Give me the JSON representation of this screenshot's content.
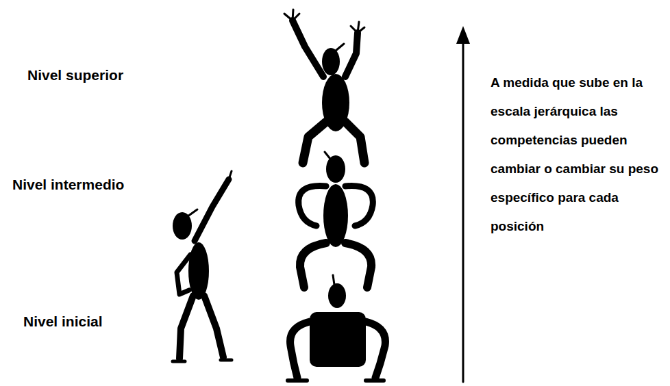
{
  "diagram": {
    "labels": [
      "Nivel superior",
      "Nivel intermedio",
      "Nivel inicial",
      "A medida que sube en la escala jerárquica las competencias pueden cambiar o cambiar su peso específico para cada posición"
    ]
  }
}
